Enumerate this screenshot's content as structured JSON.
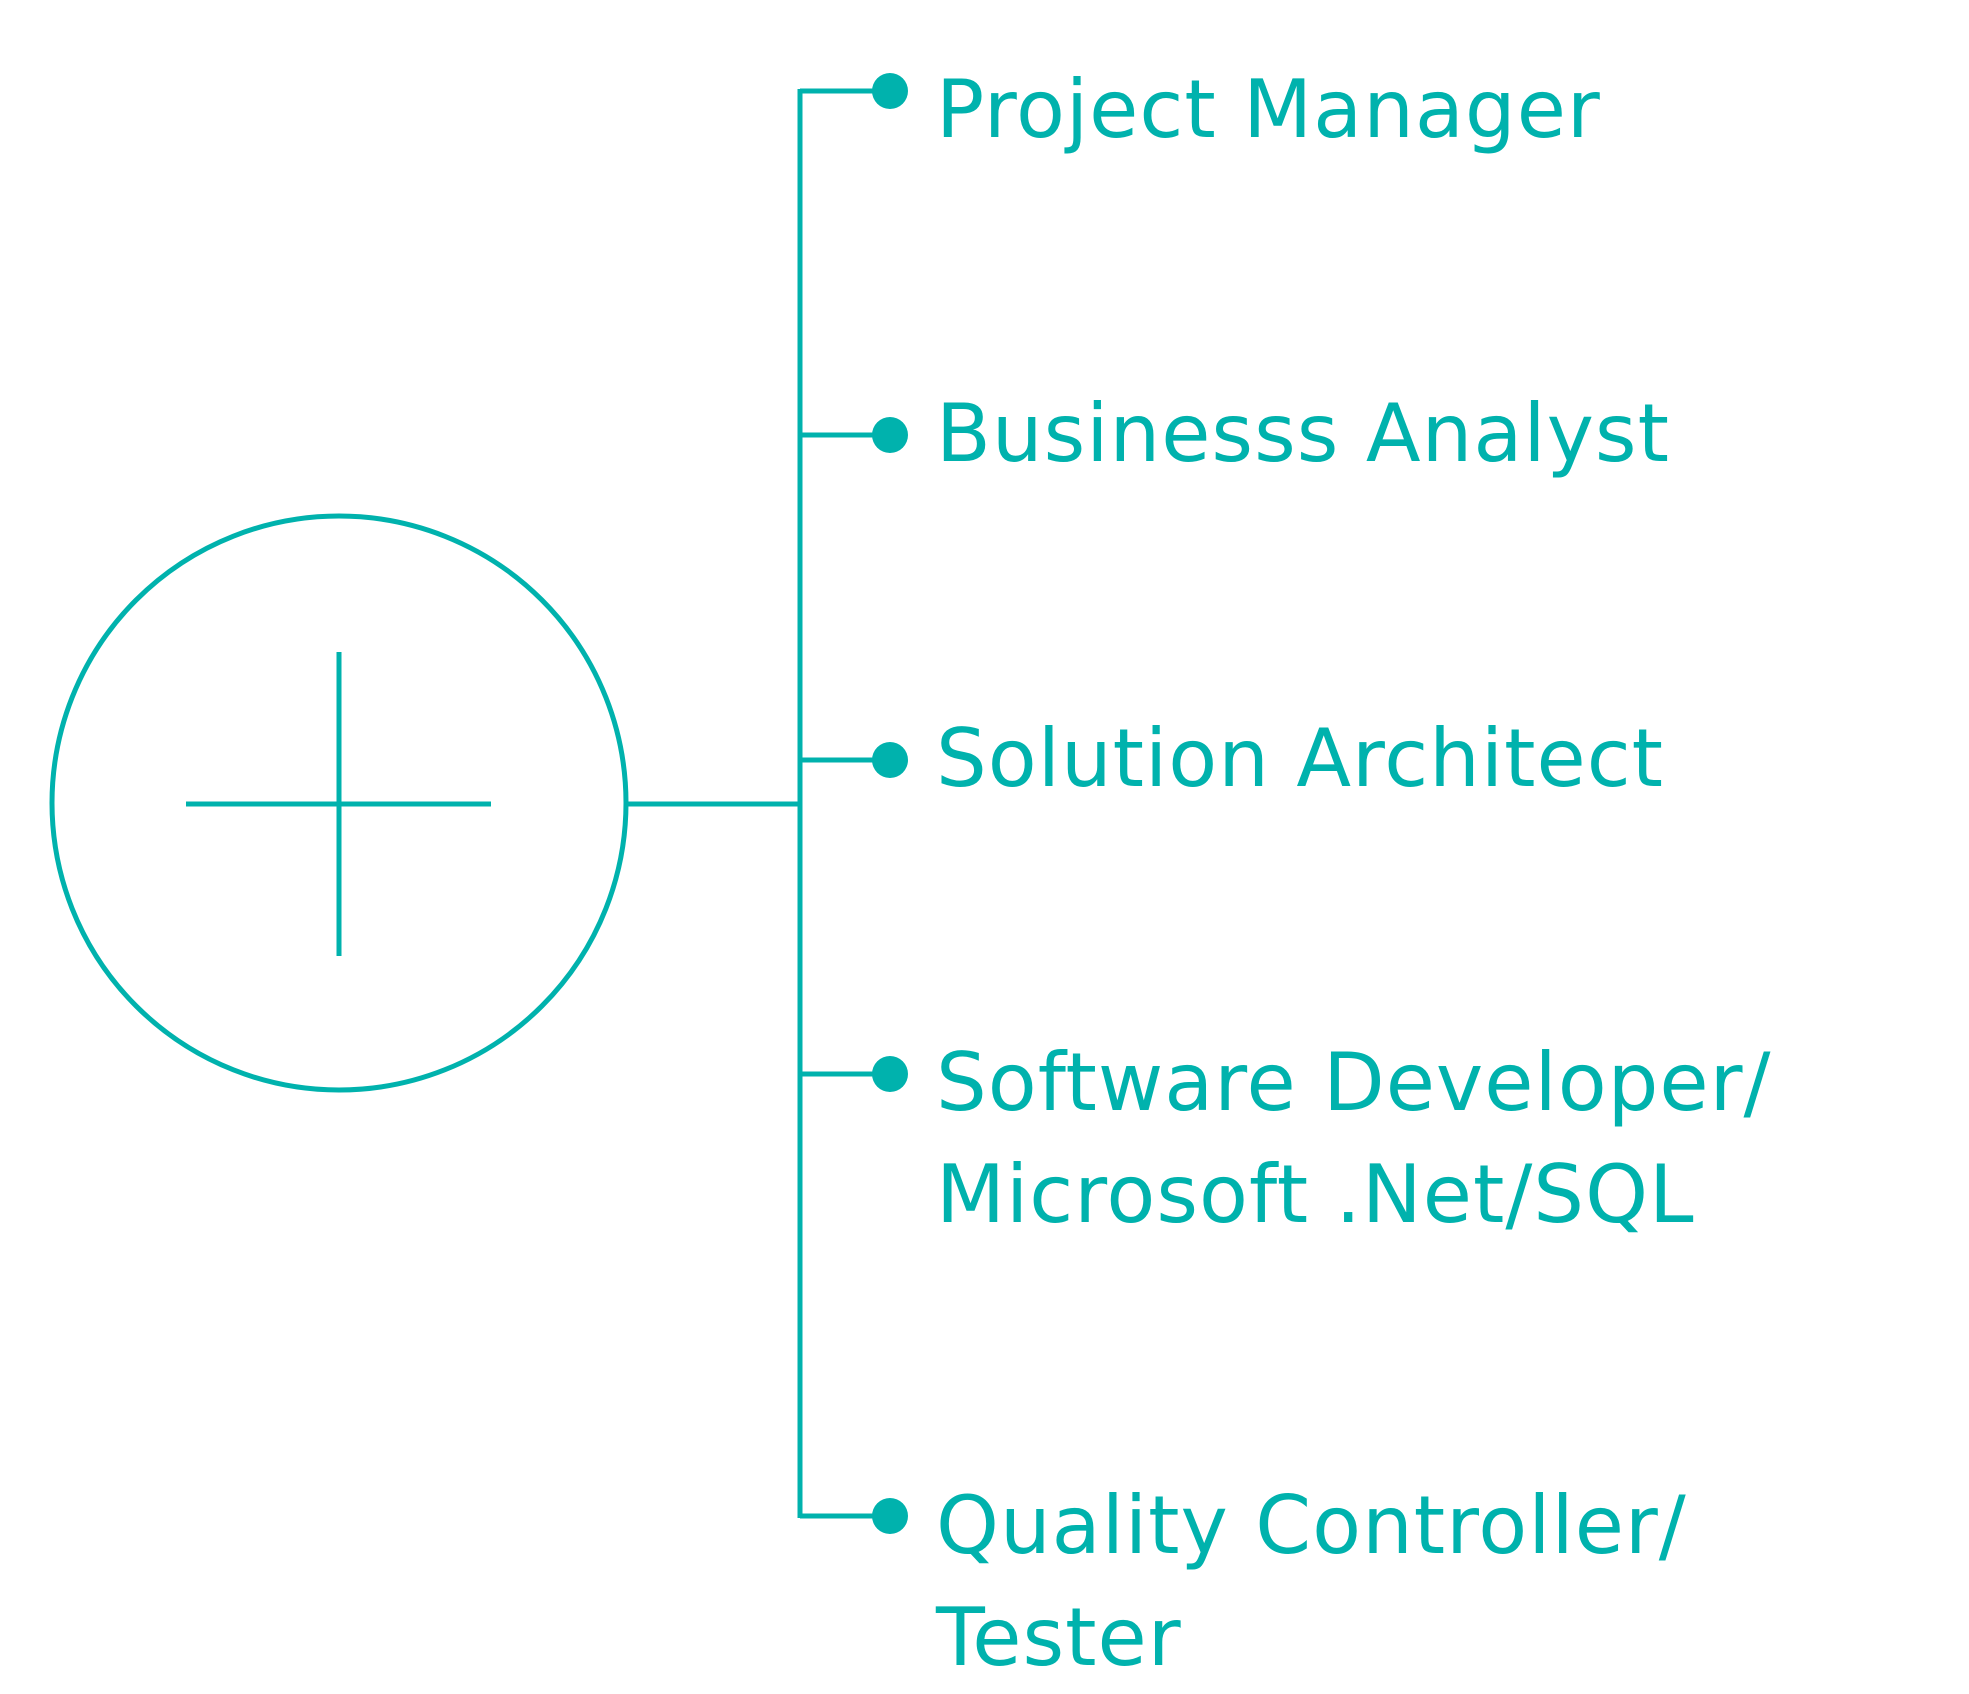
{
  "accent_color": "#00b2ad",
  "center_node": {
    "icon": "plus-icon"
  },
  "roles": [
    {
      "lines": [
        "Project Manager"
      ]
    },
    {
      "lines": [
        "Businesss Analyst"
      ]
    },
    {
      "lines": [
        "Solution Architect"
      ]
    },
    {
      "lines": [
        "Software Developer/",
        "Microsoft .Net/SQL"
      ]
    },
    {
      "lines": [
        "Quality Controller/",
        "Tester"
      ]
    }
  ]
}
